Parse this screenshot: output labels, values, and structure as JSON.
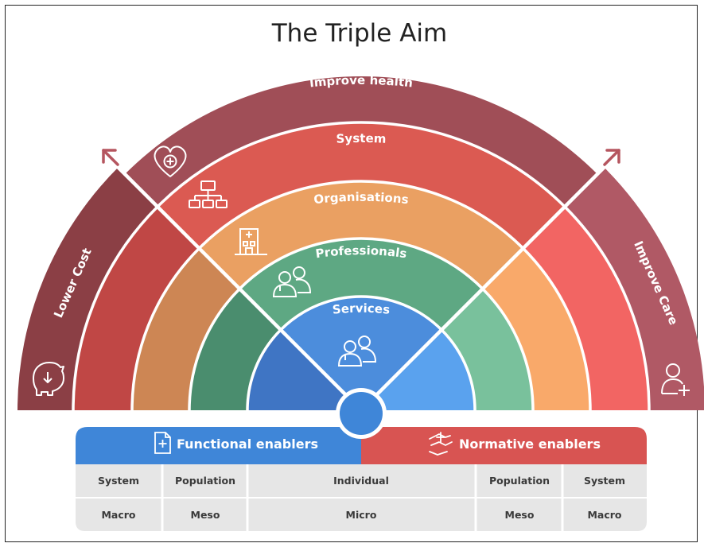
{
  "title": "The Triple Aim",
  "aims": {
    "top": "Improve health",
    "left": "Lower Cost",
    "right": "Improve Care"
  },
  "levels": {
    "system": "System",
    "organisations": "Organisations",
    "professionals": "Professionals",
    "services": "Services"
  },
  "enablers": {
    "functional": "Functional enablers",
    "normative": "Normative enablers"
  },
  "table": {
    "row1": [
      "System",
      "Population",
      "Individual",
      "Population",
      "System"
    ],
    "row2": [
      "Macro",
      "Meso",
      "Micro",
      "Meso",
      "Macro"
    ]
  },
  "colors": {
    "improve_health": "#A04E57",
    "lower_cost": "#8B3F45",
    "improve_care": "#B05965",
    "system_left": "#C04745",
    "system_top": "#DB5A52",
    "system_right": "#F26563",
    "org_left": "#CD8654",
    "org_top": "#EAA062",
    "org_right": "#F9A96A",
    "prof_left": "#4A8D6E",
    "prof_top": "#5EA883",
    "prof_right": "#79C19C",
    "services_left": "#3F75C4",
    "services_top": "#4C8DDC",
    "services_right": "#5AA2EE",
    "functional": "#3F86D8",
    "normative": "#D85452",
    "table_bg": "#E6E6E6"
  }
}
